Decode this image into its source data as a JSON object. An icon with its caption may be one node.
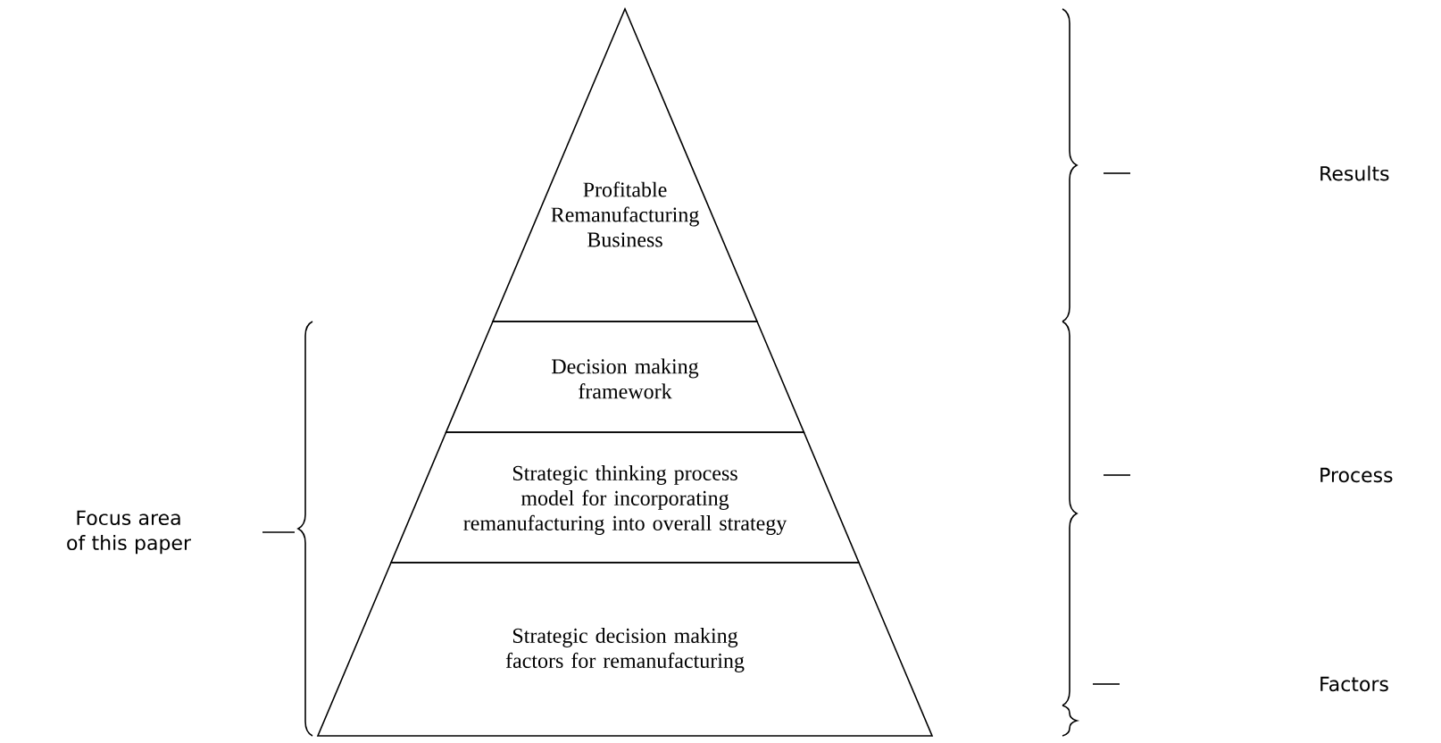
{
  "diagram": {
    "nodes": [
      {
        "text": [
          "Profitable Remanufacturing Business"
        ]
      },
      {
        "text": [
          "Decision making framework"
        ]
      },
      {
        "text": [
          "Strategic thinking process model for incorporating remanufacturing into overall strategy"
        ]
      },
      {
        "text": [
          "Strategic decision making factors for remanufacturing"
        ]
      }
    ],
    "labels": [
      "Results",
      "Process",
      "Factors",
      "Focus area of this paper"
    ]
  }
}
